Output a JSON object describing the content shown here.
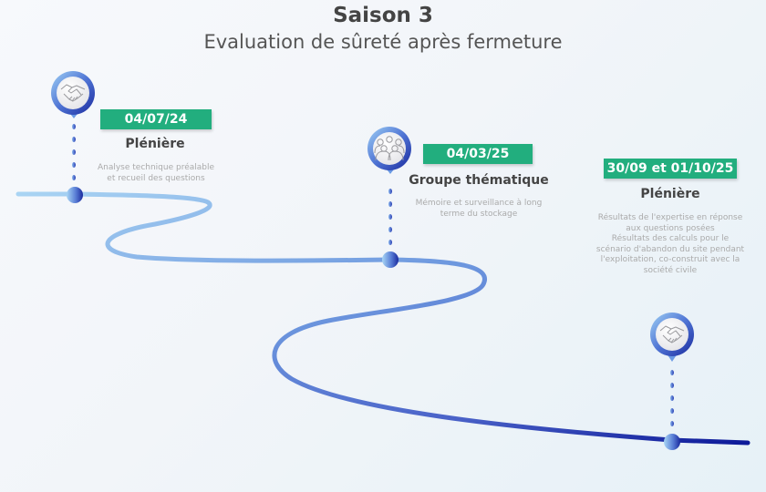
{
  "header": {
    "title": "Saison 3",
    "subtitle": "Evaluation de sûreté après fermeture"
  },
  "colors": {
    "badge_green": "#22ae7e",
    "road_light": "#9ccbef",
    "road_dark": "#0d1a99",
    "marker_blue": "#2b3fb8"
  },
  "events": [
    {
      "date": "04/07/24",
      "title": "Plénière",
      "description_lines": [
        "Analyse technique préalable",
        "et recueil des questions"
      ],
      "icon": "handshake-icon"
    },
    {
      "date": "04/03/25",
      "title": "Groupe thématique",
      "description_lines": [
        "Mémoire et surveillance à long",
        "terme du stockage"
      ],
      "icon": "group-people-icon"
    },
    {
      "date": "30/09 et 01/10/25",
      "title": "Plénière",
      "description_lines": [
        "Résultats de l'expertise en réponse",
        "aux questions posées",
        "Résultats des calculs pour le",
        "scénario d'abandon du site pendant",
        "l'exploitation, co-construit avec la",
        "société civile"
      ],
      "icon": "handshake-icon"
    }
  ]
}
